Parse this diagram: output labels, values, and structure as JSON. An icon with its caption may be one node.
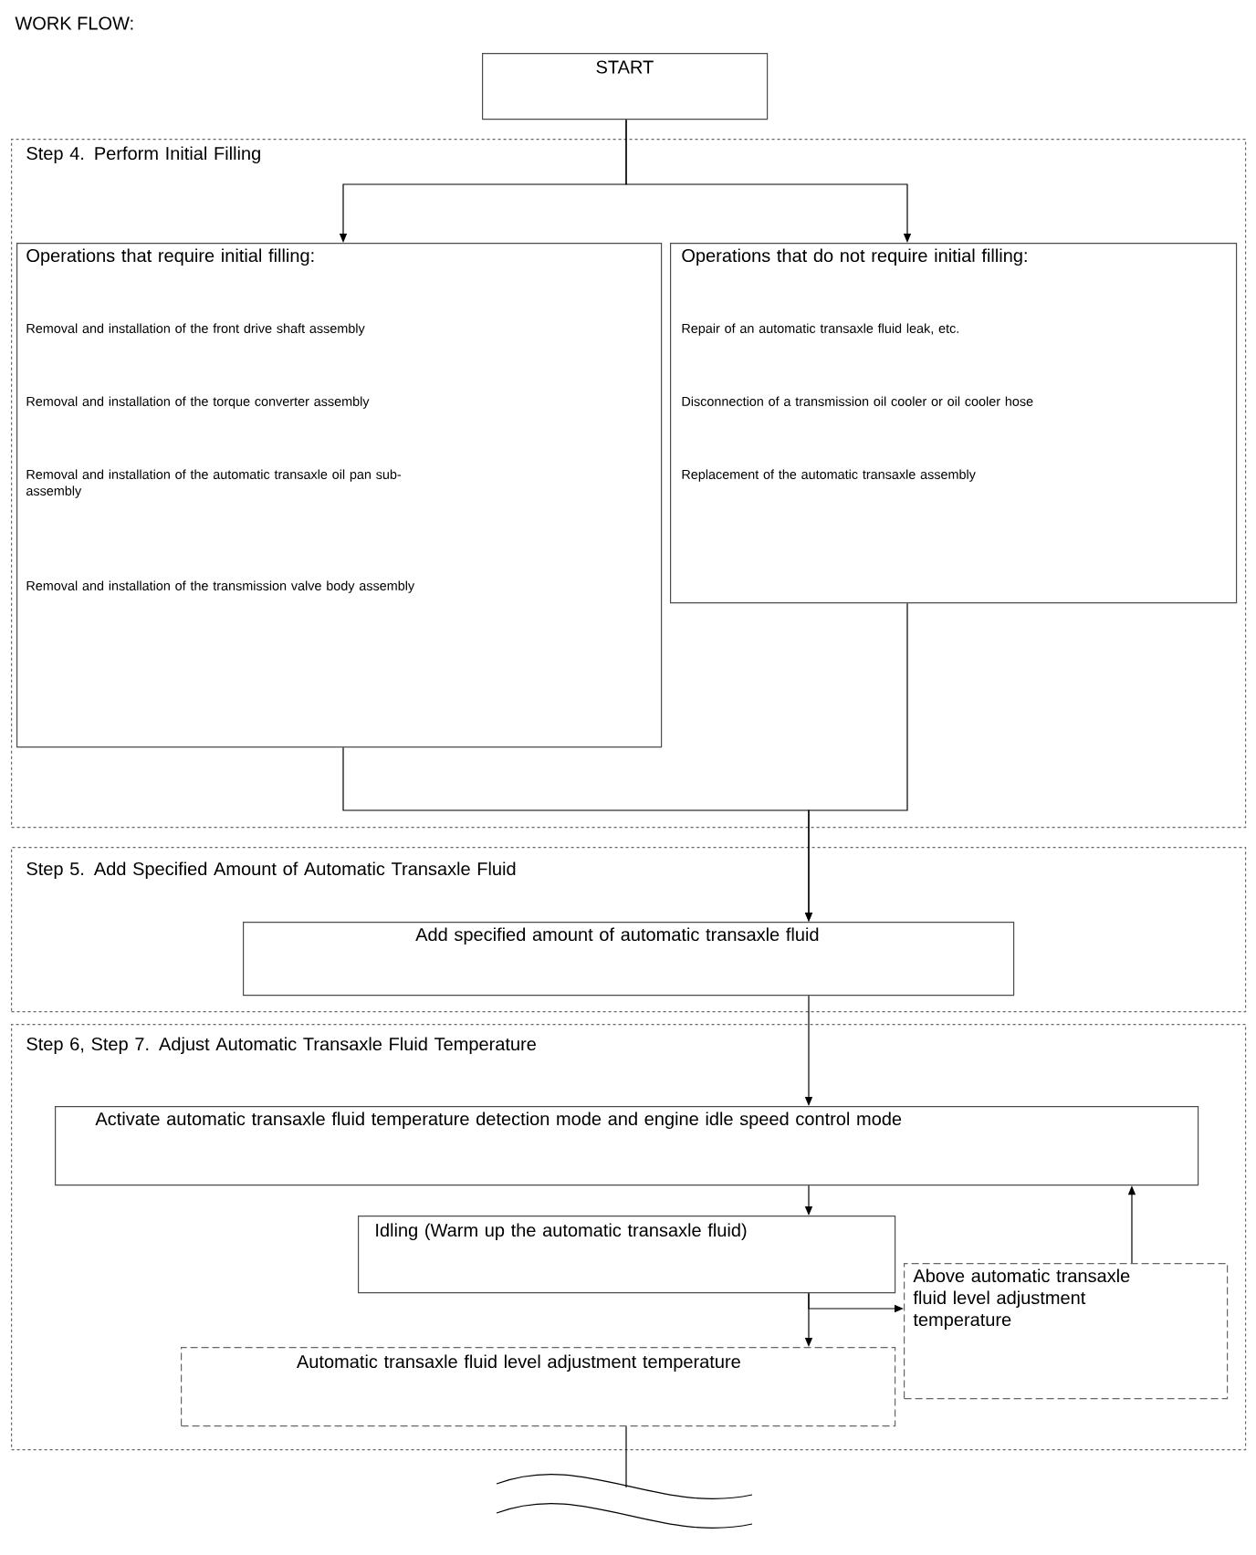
{
  "diagram": {
    "nodes": [
      {
        "text": [
          "START"
        ]
      },
      {
        "text": [
          "Step 4. Perform Initial Filling"
        ]
      },
      {
        "text": [
          "Operations that require initial filling:",
          "Removal and installation of the front drive shaft assembly",
          "Removal and installation of the torque converter assembly",
          "Removal and installation of the automatic transaxle oil pan sub-assembly",
          "Removal and installation of the transmission valve body assembly"
        ],
        "in": 1
      },
      {
        "text": [
          "Operations that do not require initial filling:",
          "Repair of an automatic transaxle fluid leak, etc.",
          "Disconnection of a transmission oil cooler or oil cooler hose",
          "Replacement of the automatic transaxle assembly"
        ],
        "in": 1
      },
      {
        "text": [
          "Step 5. Add Specified Amount of Automatic Transaxle Fluid"
        ]
      },
      {
        "text": [
          "Add specified amount of automatic transaxle fluid"
        ],
        "in": 4
      },
      {
        "text": [
          "Step 6, Step 7. Adjust Automatic Transaxle Fluid Temperature"
        ]
      },
      {
        "text": [
          "Activate automatic transaxle fluid temperature detection mode and engine idle speed control mode"
        ],
        "in": 6
      },
      {
        "text": [
          "Idling (Warm up the automatic transaxle fluid)"
        ],
        "in": 6
      },
      {
        "text": [
          "Automatic transaxle fluid level adjustment temperature"
        ],
        "in": 6
      },
      {
        "text": [
          "Above automatic transaxle fluid level adjustment temperature"
        ],
        "in": 6
      }
    ],
    "edges": [
      {
        "from": 0,
        "to": 2,
        "arrow": "to"
      },
      {
        "from": 0,
        "to": 3,
        "arrow": "to"
      },
      {
        "from": 2,
        "to": 5,
        "arrow": "to"
      },
      {
        "from": 3,
        "to": 5,
        "arrow": "to"
      },
      {
        "from": 5,
        "to": 7,
        "arrow": "to"
      },
      {
        "from": 7,
        "to": 8,
        "arrow": "to"
      },
      {
        "from": 8,
        "to": 9,
        "arrow": "to"
      },
      {
        "from": 8,
        "to": 10,
        "arrow": "to"
      },
      {
        "from": 10,
        "to": 7,
        "arrow": "to"
      },
      {
        "from": 9,
        "to": null,
        "arrow": "none"
      }
    ],
    "labels": [
      "WORK FLOW:"
    ]
  }
}
